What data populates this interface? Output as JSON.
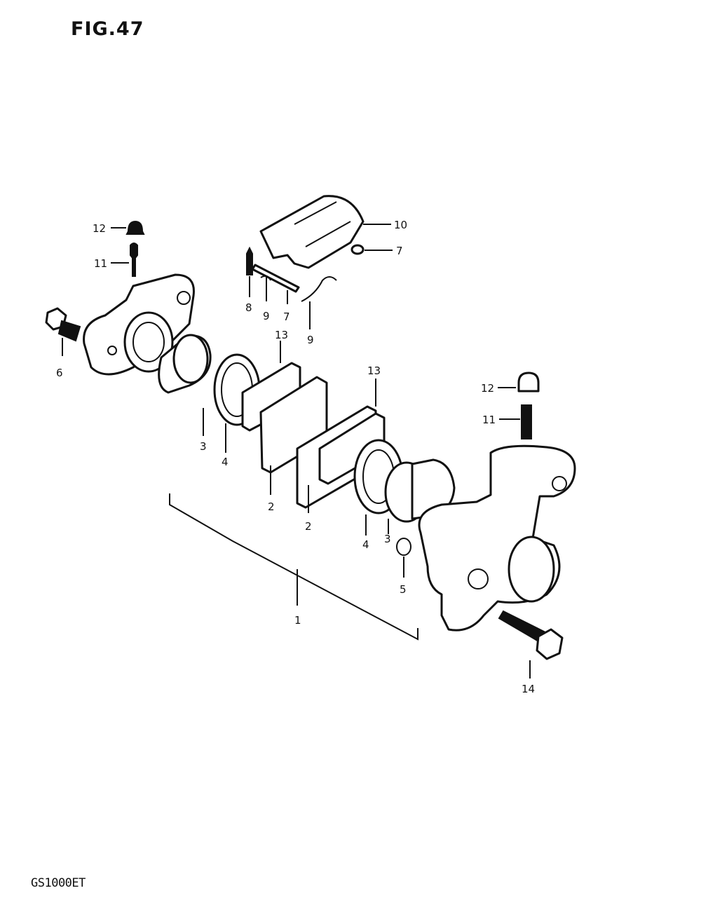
{
  "figure_title": "FIG.47",
  "model_code": "GS1000ET",
  "callouts": [
    {
      "id": "c12a",
      "text": "12"
    },
    {
      "id": "c11a",
      "text": "11"
    },
    {
      "id": "c6",
      "text": "6"
    },
    {
      "id": "c10",
      "text": "10"
    },
    {
      "id": "c7a",
      "text": "7"
    },
    {
      "id": "c8",
      "text": "8"
    },
    {
      "id": "c9a",
      "text": "9"
    },
    {
      "id": "c7b",
      "text": "7"
    },
    {
      "id": "c9b",
      "text": "9"
    },
    {
      "id": "c13a",
      "text": "13"
    },
    {
      "id": "c13b",
      "text": "13"
    },
    {
      "id": "c3a",
      "text": "3"
    },
    {
      "id": "c4a",
      "text": "4"
    },
    {
      "id": "c2a",
      "text": "2"
    },
    {
      "id": "c2b",
      "text": "2"
    },
    {
      "id": "c4b",
      "text": "4"
    },
    {
      "id": "c3b",
      "text": "3"
    },
    {
      "id": "c5",
      "text": "5"
    },
    {
      "id": "c12b",
      "text": "12"
    },
    {
      "id": "c11b",
      "text": "11"
    },
    {
      "id": "c1",
      "text": "1"
    },
    {
      "id": "c14",
      "text": "14"
    }
  ]
}
